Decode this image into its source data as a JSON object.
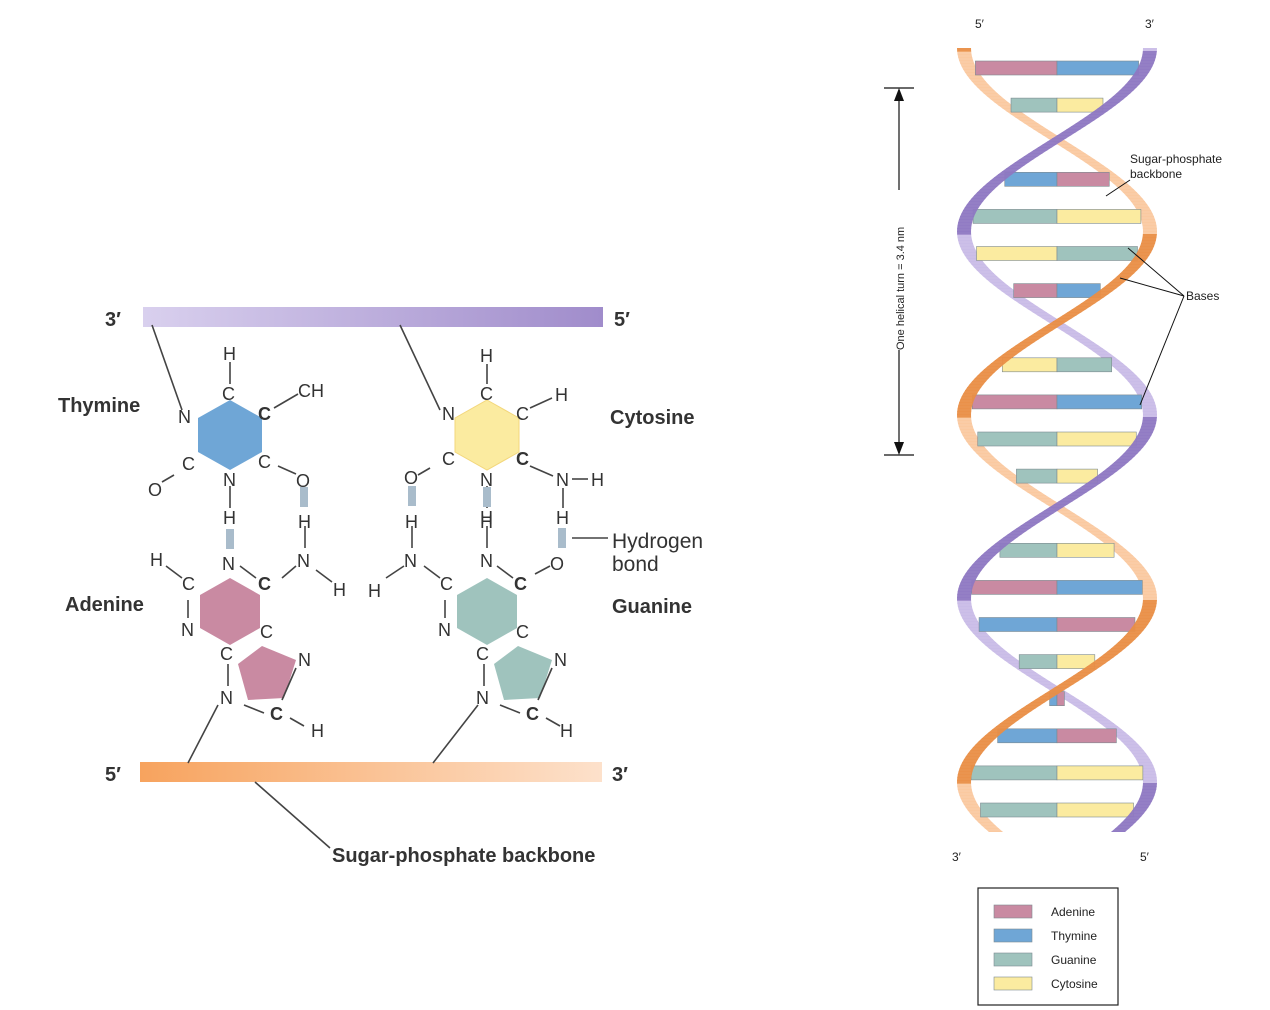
{
  "left_diagram": {
    "top_strand": {
      "left_end": "3′",
      "right_end": "5′"
    },
    "bottom_strand": {
      "left_end": "5′",
      "right_end": "3′"
    },
    "base_labels": {
      "thymine": "Thymine",
      "cytosine": "Cytosine",
      "adenine": "Adenine",
      "guanine": "Guanine"
    },
    "hydrogen_bond_label": [
      "Hydrogen",
      "bond"
    ],
    "backbone_label": "Sugar-phosphate backbone",
    "atoms": {
      "H": "H",
      "C": "C",
      "N": "N",
      "O": "O",
      "CH": "CH"
    }
  },
  "right_diagram": {
    "top_ends": {
      "left": "5′",
      "right": "3′"
    },
    "bottom_ends": {
      "left": "3′",
      "right": "5′"
    },
    "helical_turn_label": "One helical turn = 3.4 nm",
    "backbone_label": [
      "Sugar-phosphate",
      "backbone"
    ],
    "bases_label": "Bases",
    "legend": [
      {
        "name": "Adenine",
        "color": "#c98aa2"
      },
      {
        "name": "Thymine",
        "color": "#6fa6d6"
      },
      {
        "name": "Guanine",
        "color": "#9fc3bd"
      },
      {
        "name": "Cytosine",
        "color": "#fbeba0"
      }
    ]
  },
  "colors": {
    "thymine": "#6fa6d6",
    "cytosine": "#fbeba0",
    "adenine": "#c98aa2",
    "guanine": "#9fc3bd",
    "purple_strand": "#b4a4d6",
    "orange_strand": "#f7b27a",
    "hbond": "#a9bccb"
  }
}
